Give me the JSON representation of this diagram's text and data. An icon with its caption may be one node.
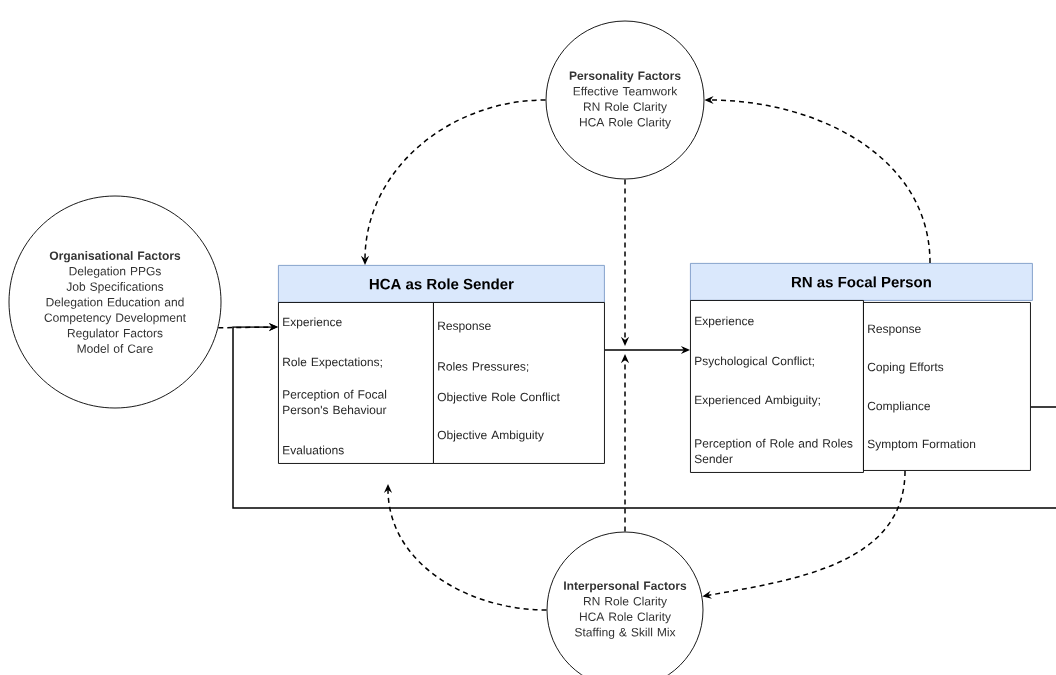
{
  "diagram": {
    "nodes": [
      {
        "text": [
          "Personality Factors",
          "Effective Teamwork",
          "RN Role Clarity",
          "HCA Role Clarity"
        ]
      },
      {
        "text": [
          "Organisational Factors",
          "Delegation PPGs",
          "Job Specifications",
          "Delegation Education and Competency Development",
          "Regulator Factors",
          "Model of Care"
        ]
      },
      {
        "text": [
          "HCA as Role Sender"
        ]
      },
      {
        "text": [
          "Experience",
          "Role Expectations;",
          "Perception of Focal Person's Behaviour",
          "Evaluations"
        ]
      },
      {
        "text": [
          "Response",
          "Roles Pressures;",
          "Objective Role Conflict",
          "Objective Ambiguity"
        ]
      },
      {
        "text": [
          "RN as Focal Person"
        ]
      },
      {
        "text": [
          "Experience",
          "Psychological Conflict;",
          "Experienced Ambiguity;",
          "Perception of Role and Roles Sender"
        ]
      },
      {
        "text": [
          "Response",
          "Coping Efforts",
          "Compliance",
          "Symptom Formation"
        ]
      },
      {
        "text": [
          "Interpersonal Factors",
          "RN Role Clarity",
          "HCA Role Clarity",
          "Staffing & Skill Mix"
        ]
      }
    ],
    "edges": [
      {
        "from": 0,
        "to": 2,
        "arrow": "to",
        "style": "dashed"
      },
      {
        "from": 5,
        "to": 0,
        "arrow": "to",
        "style": "dashed"
      },
      {
        "from": 0,
        "to": null,
        "arrow": "to",
        "style": "dashed"
      },
      {
        "from": 8,
        "to": null,
        "arrow": "to",
        "style": "dashed"
      },
      {
        "from": 4,
        "to": 6,
        "arrow": "to"
      },
      {
        "from": 1,
        "to": 3,
        "arrow": "to",
        "style": "dashed"
      },
      {
        "from": 7,
        "to": 3,
        "arrow": "to"
      },
      {
        "from": 7,
        "to": 8,
        "arrow": "to",
        "style": "dashed"
      },
      {
        "from": 8,
        "to": 3,
        "arrow": "to",
        "style": "dashed"
      }
    ]
  }
}
